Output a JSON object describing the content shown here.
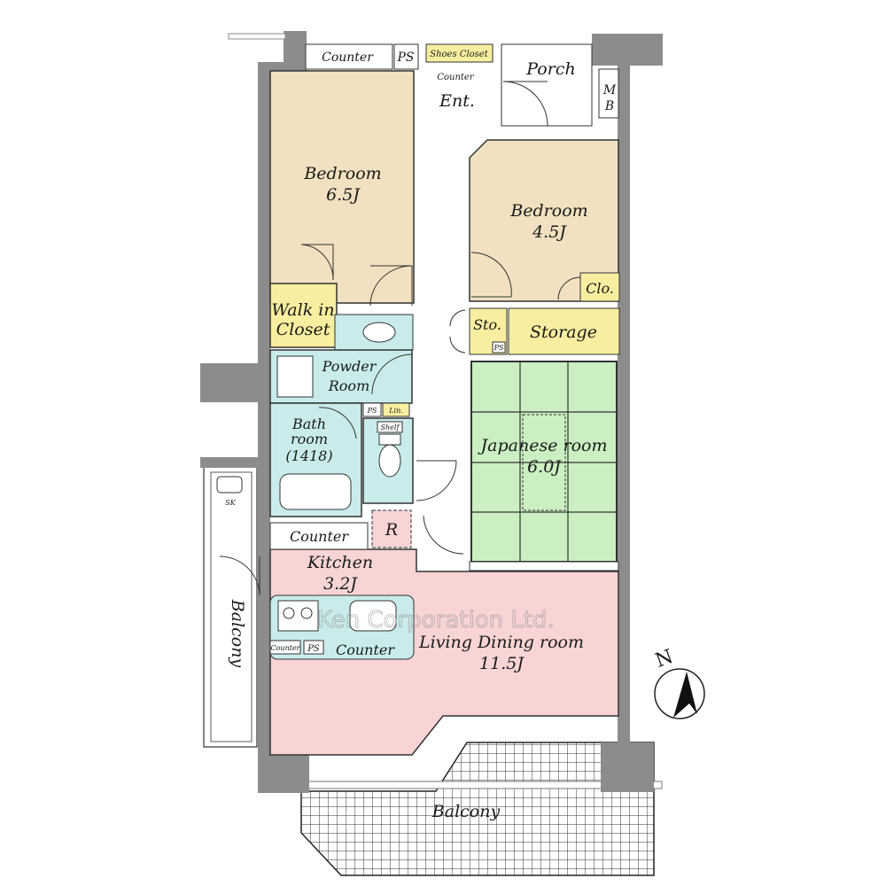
{
  "watermark": "Ken Corporation Ltd.",
  "rooms": {
    "bedroom_a": {
      "name": "Bedroom",
      "size": "6.5J"
    },
    "bedroom_b": {
      "name": "Bedroom",
      "size": "4.5J"
    },
    "japanese": {
      "name": "Japanese room",
      "size": "6.0J"
    },
    "kitchen": {
      "name": "Kitchen",
      "size": "3.2J"
    },
    "living": {
      "name": "Living Dining room",
      "size": "11.5J"
    },
    "powder": {
      "line1": "Powder",
      "line2": "Room"
    },
    "bath": {
      "line1": "Bath",
      "line2": "room",
      "line3": "(1418)"
    },
    "walkin": {
      "line1": "Walk in",
      "line2": "Closet"
    },
    "entrance": "Ent.",
    "porch": "Porch",
    "balcony_south": "Balcony",
    "balcony_west": "Balcony"
  },
  "fixtures": {
    "counter_top": "Counter",
    "ps_top": "PS",
    "shoes_closet": "Shoes Closet",
    "counter_ent": "Counter",
    "mb_m": "M",
    "mb_b": "B",
    "clo": "Clo.",
    "sto": "Sto.",
    "ps_sto": "PS",
    "storage": "Storage",
    "ps_bath": "PS",
    "lin": "Lin.",
    "shelf": "Shelf",
    "sk": "SK",
    "counter_kitchen": "Counter",
    "fridge": "R",
    "counter_island": "Counter",
    "counter_small": "Counter",
    "ps_kitchen": "PS"
  },
  "compass": {
    "letter": "N"
  },
  "colors": {
    "bedroom": "#f1e1c0",
    "wet": "#c9ebeb",
    "closet": "#f7eea0",
    "tatami": "#cbefc2",
    "living": "#f8d4d4",
    "wall": "#8c8c8c",
    "balcony_grid": "#333333"
  }
}
